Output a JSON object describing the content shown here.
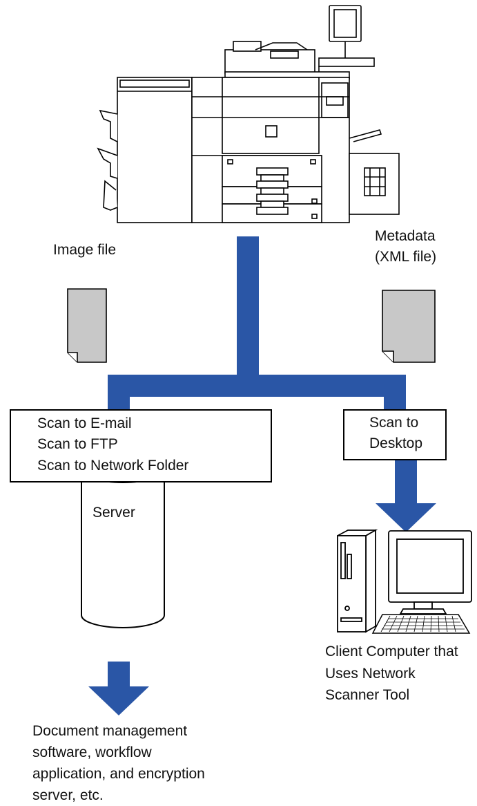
{
  "labels": {
    "image_file": "Image file",
    "metadata": [
      "Metadata",
      "(XML file)"
    ],
    "server": "Server",
    "client": [
      "Client Computer that",
      "Uses Network",
      "Scanner Tool"
    ],
    "destination": [
      "Document management",
      "software, workflow",
      "application, and encryption",
      "server, etc."
    ]
  },
  "boxes": {
    "left": [
      "Scan to E-mail",
      "Scan to FTP",
      "Scan to Network Folder"
    ],
    "right": [
      "Scan to",
      "Desktop"
    ]
  },
  "colors": {
    "flow_arrow": "#2a56a6",
    "document": "#c8c8c8",
    "outline": "#000000"
  },
  "icons": [
    "multifunction-printer-icon",
    "document-icon",
    "server-cylinder-icon",
    "desktop-computer-icon",
    "keyboard-icon"
  ]
}
